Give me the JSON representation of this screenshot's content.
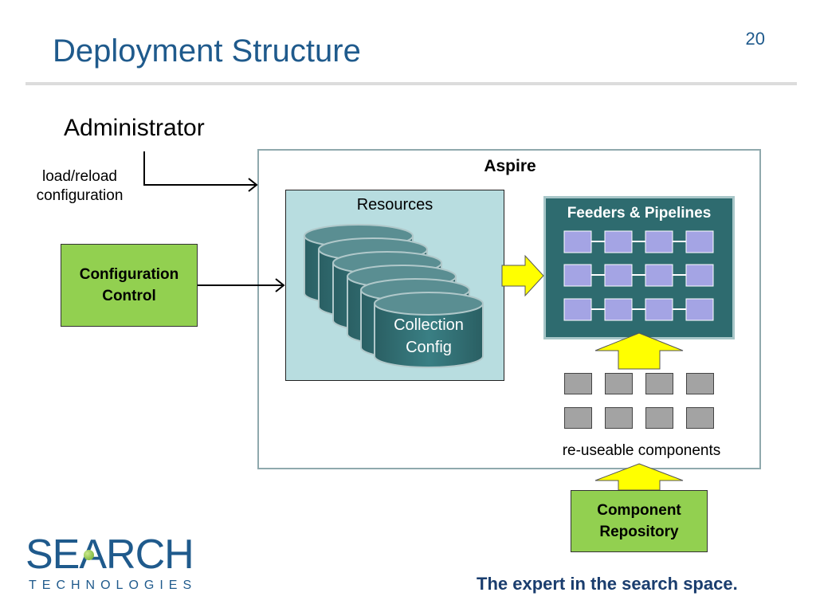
{
  "slide": {
    "title": "Deployment Structure",
    "page_number": "20"
  },
  "administrator": {
    "label": "Administrator",
    "action_label": "load/reload\nconfiguration"
  },
  "aspire": {
    "label": "Aspire",
    "resources": {
      "label": "Resources",
      "collection_label": "Collection\nConfig"
    },
    "feeders": {
      "label": "Feeders & Pipelines"
    },
    "components": {
      "label": "re-useable components"
    }
  },
  "configuration_control": {
    "label": "Configuration\nControl"
  },
  "component_repository": {
    "label": "Component\nRepository"
  },
  "logo": {
    "word": "SEARCH",
    "sub": "TECHNOLOGIES"
  },
  "tagline": "The expert in the search space.",
  "colors": {
    "title": "#1f5a8c",
    "green_box": "#92d050",
    "teal": "#2e6b6f",
    "light_teal": "#b8dde0",
    "pipeline_block": "#a4a4e4",
    "component_block": "#a3a3a3",
    "arrow_yellow": "#ffff00"
  }
}
